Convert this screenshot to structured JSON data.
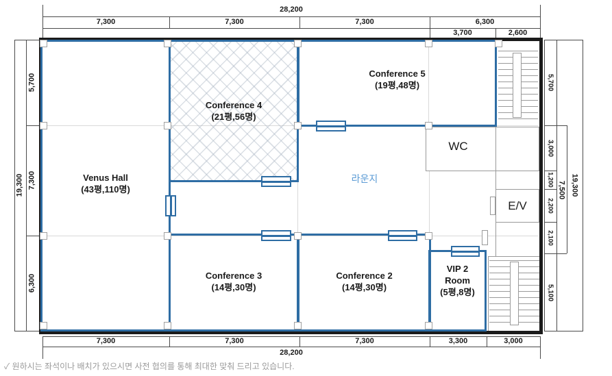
{
  "title": "Conference floor plan",
  "rooms": {
    "venus": {
      "name": "Venus Hall",
      "capacity": "(43평,110명)"
    },
    "conf4": {
      "name": "Conference 4",
      "capacity": "(21평,56명)"
    },
    "conf5": {
      "name": "Conference 5",
      "capacity": "(19평,48명)"
    },
    "conf3": {
      "name": "Conference 3",
      "capacity": "(14평,30명)"
    },
    "conf2": {
      "name": "Conference 2",
      "capacity": "(14평,30명)"
    },
    "vip2": {
      "line1": "VIP 2",
      "line2": "Room",
      "capacity": "(5평,8명)"
    },
    "wc": {
      "label": "WC"
    },
    "ev": {
      "label": "E/V"
    },
    "lounge": {
      "label": "라운지"
    }
  },
  "dims": {
    "top": {
      "total": "28,200",
      "row": [
        "7,300",
        "7,300",
        "7,300",
        "6,300"
      ],
      "sub": [
        "3,700",
        "2,600"
      ]
    },
    "bottom": {
      "row": [
        "7,300",
        "7,300",
        "7,300",
        "3,300",
        "3,000"
      ],
      "total": "28,200"
    },
    "left": {
      "total": "19,300",
      "segments": [
        "5,700",
        "7,300",
        "6,300"
      ]
    },
    "right": {
      "segments": [
        "5,700",
        "3,000",
        "1,200",
        "2,200",
        "2,100",
        "5,100"
      ],
      "mid": "7,500",
      "total": "19,300"
    }
  },
  "footer": {
    "note": "✓ 원하시는 좌석이나 배치가 있으시면 사전 협의를 통해 최대한 맞춰 드리고 있습니다."
  },
  "colors": {
    "wall": "#1b1b1b",
    "room_border": "#2e6da4",
    "thin_line": "#999999",
    "grid_line": "#d9d9d9",
    "lounge_text": "#5b9bd5",
    "footer_text": "#9a9a9a"
  }
}
